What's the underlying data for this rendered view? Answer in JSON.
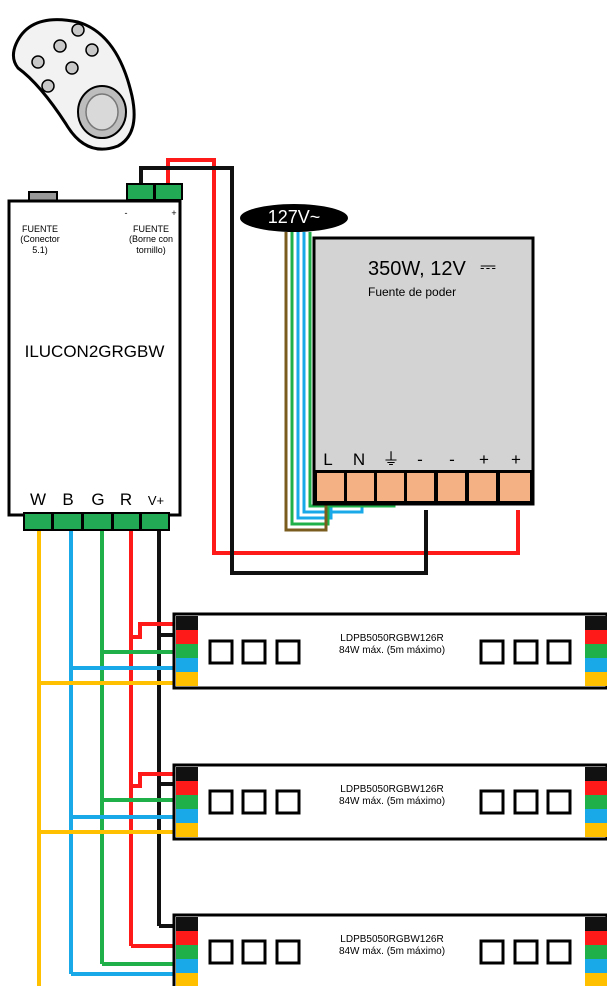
{
  "controller": {
    "name": "ILUCON2GRGBW",
    "input_left": "FUENTE\n(Conector\n5.1)",
    "input_right": "FUENTE\n(Borne con\ntornillo)",
    "pol_neg": "-",
    "pol_pos": "+",
    "outputs": [
      "W",
      "B",
      "G",
      "R",
      "V+"
    ]
  },
  "mains": {
    "voltage": "127V~"
  },
  "power_supply": {
    "rating": "350W, 12V",
    "dc_symbol": "⎓",
    "subtitle": "Fuente de poder",
    "terminals": [
      "L",
      "N",
      "⏚",
      "-",
      "-",
      "+",
      "+"
    ]
  },
  "strips": [
    {
      "model": "LDPB5050RGBW126R",
      "spec": "84W máx. (5m máximo)"
    },
    {
      "model": "LDPB5050RGBW126R",
      "spec": "84W máx. (5m máximo)"
    },
    {
      "model": "LDPB5050RGBW126R",
      "spec": "84W máx. (5m máximo)"
    }
  ],
  "colors": {
    "red": "#ff1a1a",
    "black": "#111111",
    "green": "#1fb04a",
    "blue": "#1aa9e8",
    "yellow": "#ffc000",
    "brown": "#7a5c1e",
    "terminal_green": "#22aa55",
    "psu_body": "#d3d3d3",
    "psu_terminal": "#f4b183",
    "remote": "#f2f2f2"
  }
}
